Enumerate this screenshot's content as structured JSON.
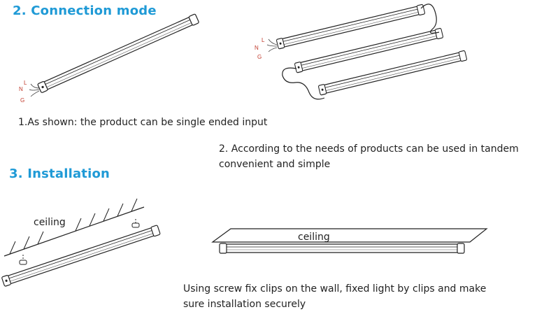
{
  "section2": {
    "title": "2. Connection mode",
    "single_caption": "1.As shown: the product can be single ended input",
    "tandem_caption_line1": "2. According to the needs of products can be used in tandem",
    "tandem_caption_line2": "convenient and simple",
    "wire_labels": {
      "l": "L",
      "n": "N",
      "g": "G"
    }
  },
  "section3": {
    "title": "3. Installation",
    "ceiling_label_left": "ceiling",
    "ceiling_label_right": "ceiling",
    "install_caption_line1": "Using screw fix clips on the wall, fixed light by clips and make",
    "install_caption_line2": "sure installation securely"
  },
  "colors": {
    "heading": "#1f9ad6",
    "wire_label": "#c0392b"
  }
}
